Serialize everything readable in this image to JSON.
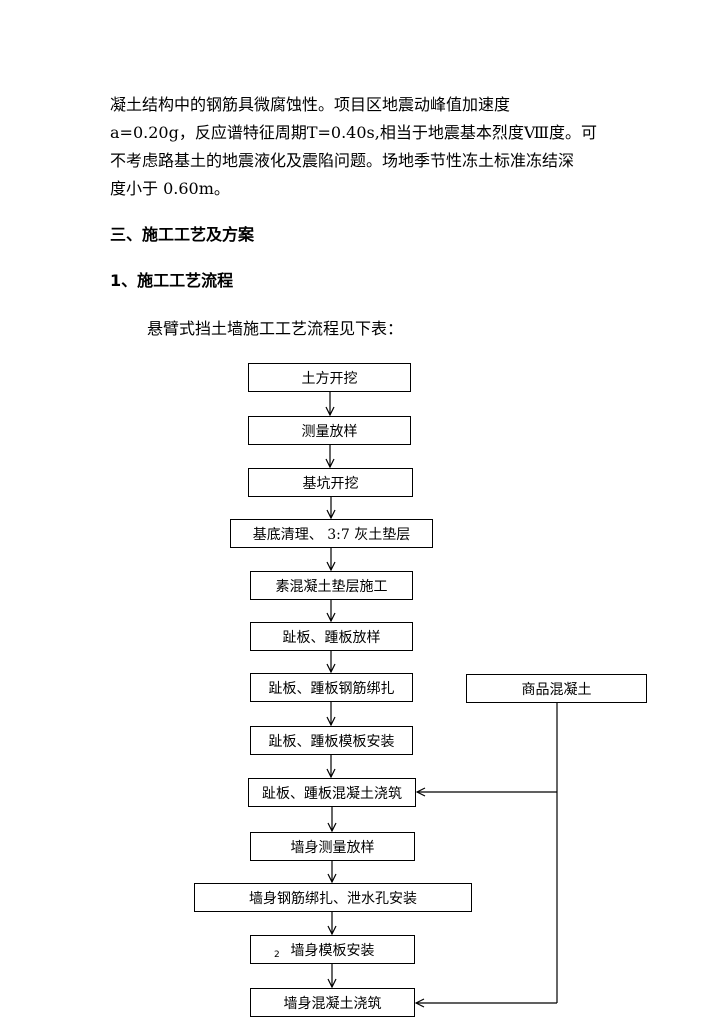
{
  "body_text": {
    "line1": "凝土结构中的钢筋具微腐蚀性。项目区地震动峰值加速度",
    "line2": "a=0.20g，反应谱特征周期T=0.40s,相当于地震基本烈度Ⅷ度。可",
    "line3": "不考虑路基土的地震液化及震陷问题。场地季节性冻土标准冻结深",
    "line4": "度小于 0.60m。"
  },
  "section_heading": "三、施工工艺及方案",
  "subsection_heading": "1、施工工艺流程",
  "intro_text": "悬臂式挡土墙施工工艺流程见下表：",
  "flowchart": {
    "steps": [
      "土方开挖",
      "测量放样",
      "基坑开挖",
      "基底清理、 3:7 灰土垫层",
      "素混凝土垫层施工",
      "趾板、踵板放样",
      "趾板、踵板钢筋绑扎",
      "趾板、踵板模板安装",
      "趾板、踵板混凝土浇筑",
      "墙身测量放样",
      "墙身钢筋绑扎、泄水孔安装",
      "墙身模板安装",
      "墙身混凝土浇筑"
    ],
    "side_input": "商品混凝土"
  },
  "footnote_mark": "2"
}
